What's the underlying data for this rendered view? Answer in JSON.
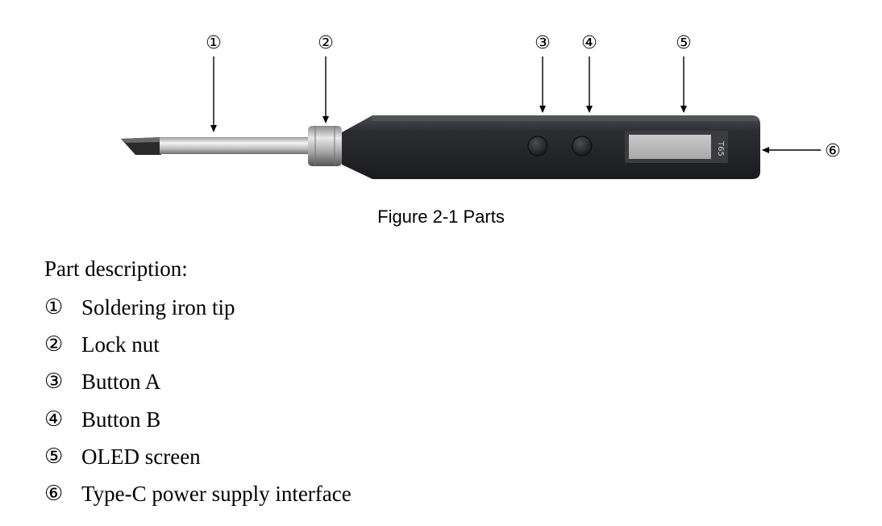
{
  "figure": {
    "callouts": [
      "①",
      "②",
      "③",
      "④",
      "⑤",
      "⑥"
    ],
    "device_screen_label": "T65",
    "caption": "Figure 2-1 Parts"
  },
  "description": {
    "heading": "Part description:",
    "items": [
      {
        "num": "①",
        "text": "Soldering iron tip"
      },
      {
        "num": "②",
        "text": "Lock nut"
      },
      {
        "num": "③",
        "text": "Button A"
      },
      {
        "num": "④",
        "text": "Button B"
      },
      {
        "num": "⑤",
        "text": "OLED screen"
      },
      {
        "num": "⑥",
        "text": "Type-C power supply interface"
      }
    ]
  }
}
